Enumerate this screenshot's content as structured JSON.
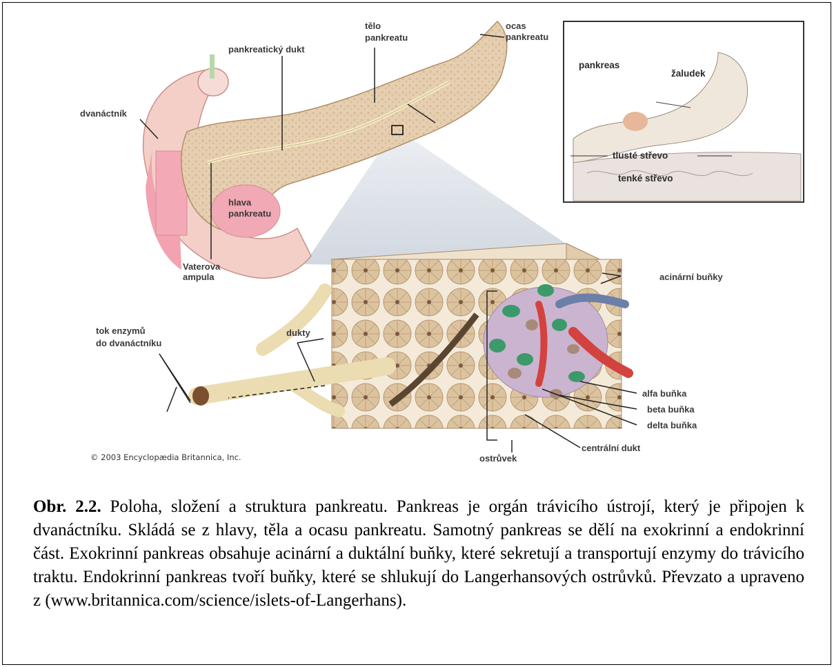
{
  "labels": {
    "duodenum": "dvanáctník",
    "pancreatic_duct": "pankreatický dukt",
    "body_line1": "tělo",
    "body_line2": "pankreatu",
    "tail_line1": "ocas",
    "tail_line2": "pankreatu",
    "head_line1": "hlava",
    "head_line2": "pankreatu",
    "vater_line1": "Vaterova",
    "vater_line2": "ampula",
    "flow_line1": "tok enzymů",
    "flow_line2": "do dvanáctníku",
    "ducts": "dukty",
    "acinar": "acinární buňky",
    "alpha": "alfa buňka",
    "beta": "beta buňka",
    "delta": "delta buňka",
    "central_duct": "centrální dukt",
    "islet": "ostrůvek"
  },
  "inset": {
    "pancreas": "pankreas",
    "stomach": "žaludek",
    "large_intestine": "tlusté střevo",
    "small_intestine": "tenké střevo"
  },
  "copyright": "© 2003 Encyclopædia Britannica, Inc.",
  "caption": {
    "label": "Obr. 2.2.",
    "text": " Poloha, složení a struktura pankreatu. Pankreas je orgán trávicího ústrojí, který je připojen k dvanáctníku. Skládá se z hlavy, těla a ocasu pankreatu. Samotný pankreas se dělí na exokrinní a endokrinní část. Exokrinní pankreas obsahuje acinární a duktální buňky, které sekretují a transportují enzymy do trávicího traktu. Endokrinní pankreas tvoří buňky, které se shlukují do Langerhansových ostrůvků. Převzato a upraveno z (www.britannica.com/science/islets-of-Langerhans)."
  },
  "colors": {
    "pancreas": "#e3c9a8",
    "duodenum": "#f3cfc8",
    "duodenum_inner": "#f2a2b0",
    "islet": "#cbb4cf",
    "alpha_cell": "#3c9a6a",
    "beta_cell": "#a88a78",
    "artery": "#d2433f",
    "vein": "#6b7fa8"
  }
}
